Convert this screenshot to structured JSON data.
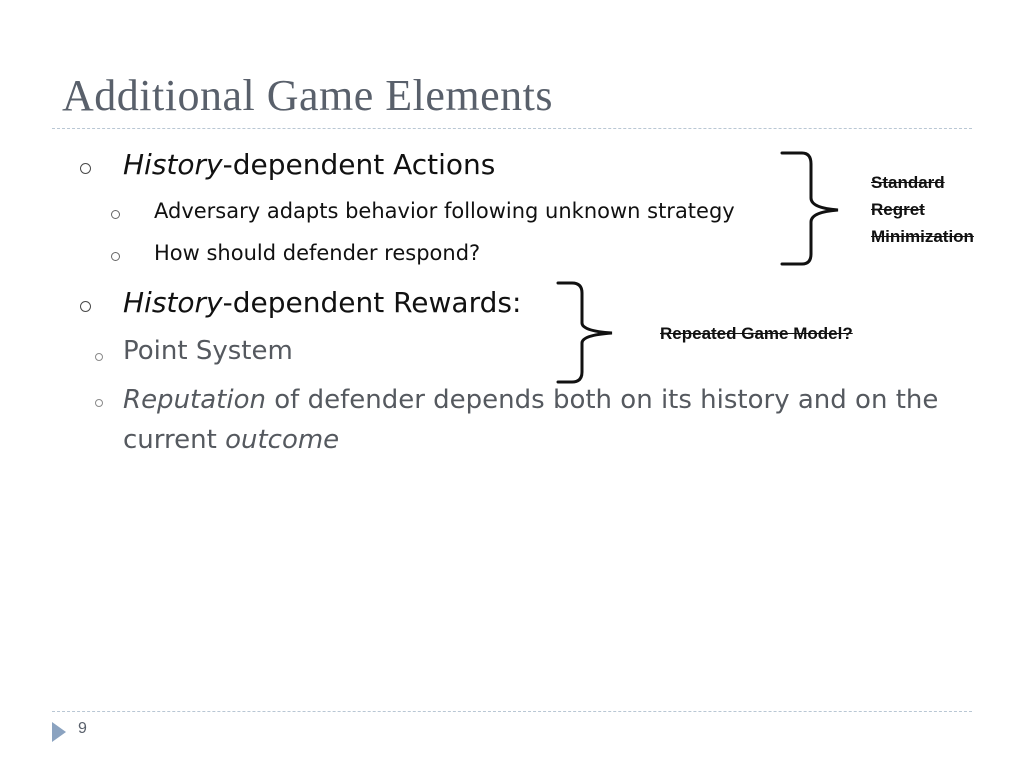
{
  "slide": {
    "title": "Additional Game Elements",
    "page_number": "9"
  },
  "bullets": {
    "b1": {
      "italic": "History",
      "rest": "-dependent Actions"
    },
    "b1a": "Adversary adapts behavior following unknown strategy",
    "b1b": "How should defender respond?",
    "b2": {
      "italic": "History",
      "rest": "-dependent Rewards:"
    },
    "b2a": "Point System",
    "b2b": {
      "italic1": "Reputation",
      "text1": " of defender depends both on its history and on the current ",
      "italic2": "outcome"
    }
  },
  "annotations": {
    "note1": [
      "Standard",
      "Regret",
      "Minimization"
    ],
    "note2": "Repeated Game Model?"
  }
}
